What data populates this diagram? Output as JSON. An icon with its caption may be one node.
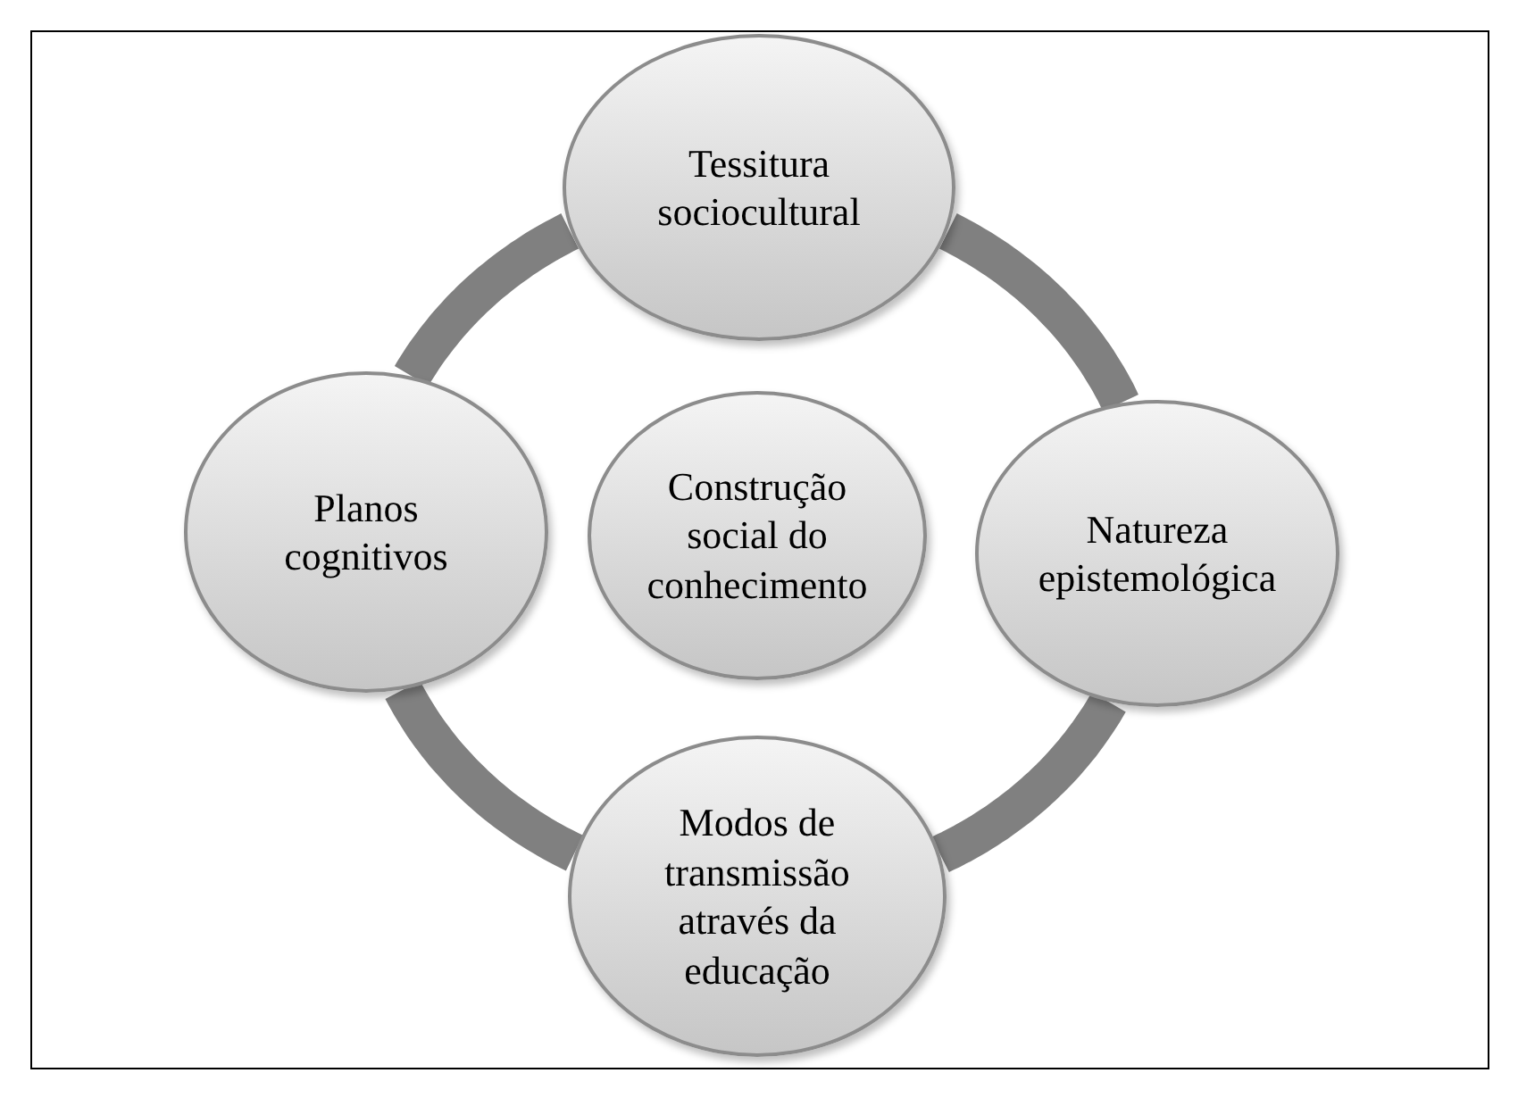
{
  "diagram": {
    "nodes": [
      {
        "text": [
          "Tessitura sociocultural"
        ]
      },
      {
        "text": [
          "Planos cognitivos"
        ]
      },
      {
        "text": [
          "Construção social do conhecimento"
        ]
      },
      {
        "text": [
          "Natureza epistemológica"
        ]
      },
      {
        "text": [
          "Modos de transmissão através da educação"
        ]
      }
    ],
    "edges": [
      {
        "from": 0,
        "to": 3,
        "arrow": "none"
      },
      {
        "from": 3,
        "to": 4,
        "arrow": "none"
      },
      {
        "from": 4,
        "to": 1,
        "arrow": "none"
      },
      {
        "from": 1,
        "to": 0,
        "arrow": "none"
      }
    ]
  }
}
